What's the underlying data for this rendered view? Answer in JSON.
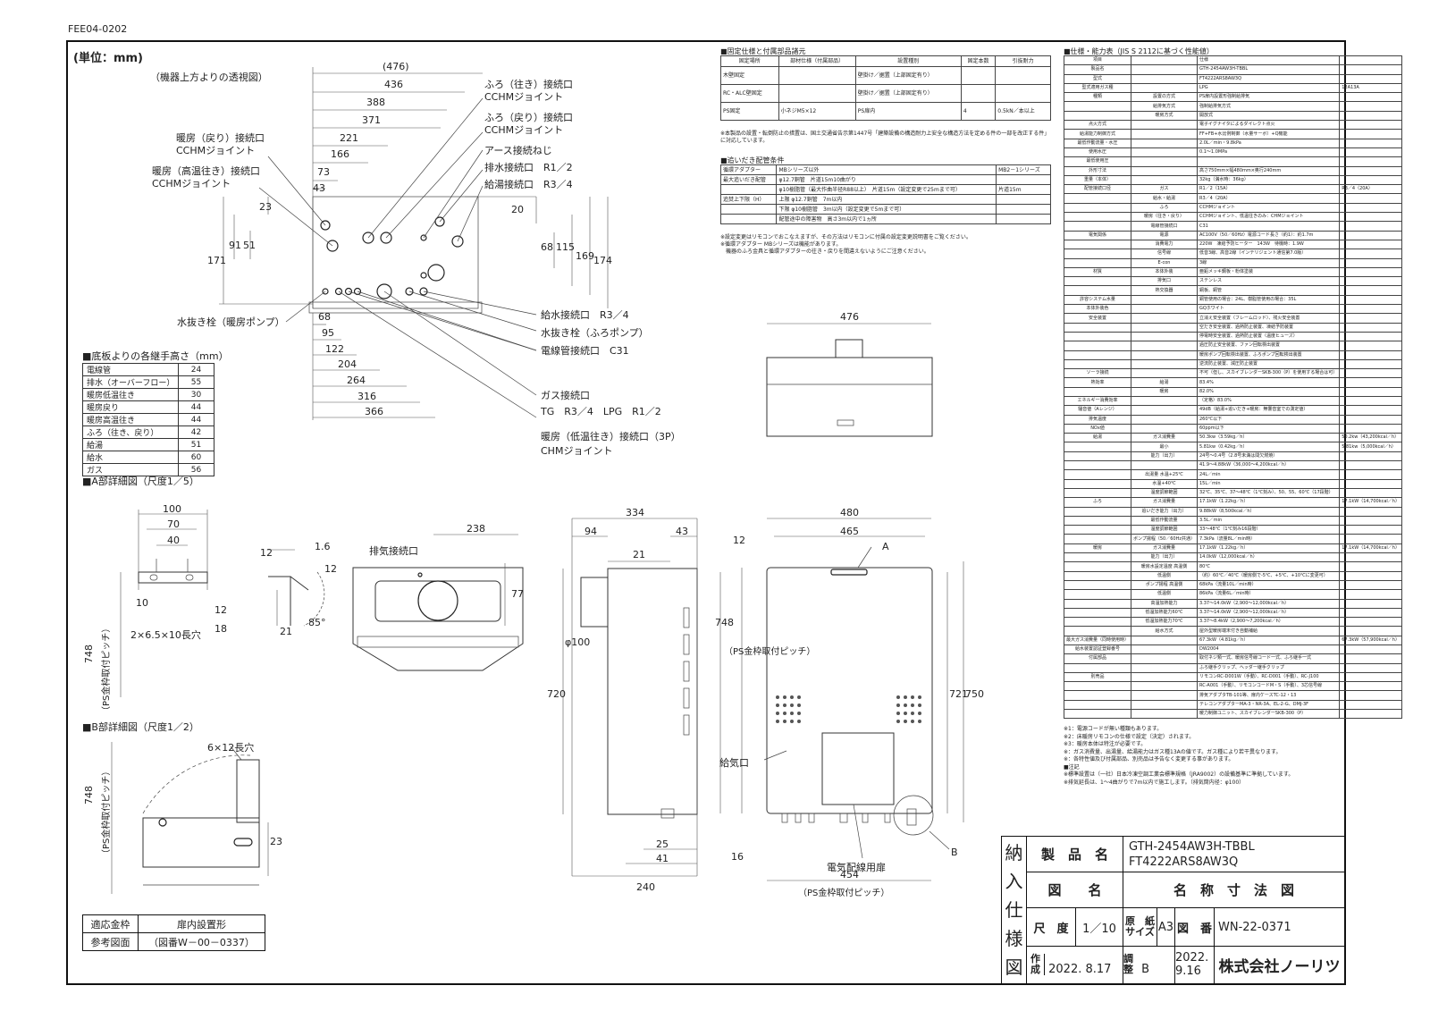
{
  "drawing_code": "FEE04-0202",
  "unit_label": "(単位：mm)",
  "top_view": {
    "title": "（機器上方よりの透視図）",
    "dims_h": [
      "(476)",
      "436",
      "388",
      "371",
      "221",
      "166",
      "73",
      "43"
    ],
    "dims_v_left": [
      "171",
      "91",
      "51",
      "23"
    ],
    "dims_v_right": [
      "20",
      "68",
      "115",
      "169",
      "174"
    ],
    "dims_bottom": [
      "68",
      "95",
      "122",
      "204",
      "264",
      "316",
      "366"
    ],
    "labels_left": [
      {
        "l1": "暖房（戻り）接続口",
        "l2": "CCHMジョイント"
      },
      {
        "l1": "暖房（高温往き）接続口",
        "l2": "CCHMジョイント"
      }
    ],
    "labels_right": [
      {
        "l1": "ふろ（往き）接続口",
        "l2": "CCHMジョイント"
      },
      {
        "l1": "ふろ（戻り）接続口",
        "l2": "CCHMジョイント"
      },
      {
        "l1": "アース接続ねじ",
        "l2": ""
      },
      {
        "l1": "排水接続口　R1／2",
        "l2": ""
      },
      {
        "l1": "給湯接続口　R3／4",
        "l2": ""
      }
    ],
    "label_drain": "水抜き栓（暖房ポンプ）",
    "labels_lower": [
      "給水接続口　R3／4",
      "水抜き栓（ふろポンプ）",
      "電線管接続口　C31",
      "ガス接続口",
      "TG　R3／4　LPG　R1／2",
      "暖房（低温往き）接続口（3P）",
      "CHMジョイント"
    ]
  },
  "heights_table": {
    "title": "■底板よりの各継手高さ（mm）",
    "rows": [
      [
        "電線管",
        "24"
      ],
      [
        "排水（オーバーフロー）",
        "55"
      ],
      [
        "暖房低温往き",
        "30"
      ],
      [
        "暖房戻り",
        "44"
      ],
      [
        "暖房高温往き",
        "44"
      ],
      [
        "ふろ（往き、戻り）",
        "42"
      ],
      [
        "給湯",
        "51"
      ],
      [
        "給水",
        "60"
      ],
      [
        "ガス",
        "56"
      ]
    ]
  },
  "detail_a": {
    "title": "■A部詳細図（尺度1／5）",
    "dims": [
      "100",
      "70",
      "40",
      "10",
      "12",
      "1.6",
      "12",
      "12",
      "18",
      "21",
      "85°"
    ],
    "slot": "2×6.5×10長穴",
    "pitch_value": "748",
    "pitch_label": "（PS金枠取付ピッチ）"
  },
  "detail_b": {
    "title": "■B部詳細図（尺度1／2）",
    "slot": "6×12長穴",
    "pitch_value": "748",
    "pitch_label": "（PS金枠取付ピッチ）",
    "dim": "23"
  },
  "reference": {
    "r1c1": "適応金枠",
    "r1c2": "扉内設置形",
    "r2c1": "参考図面",
    "r2c2": "（図番W－00－0337）"
  },
  "front_top": {
    "width": "476"
  },
  "exhaust_view": {
    "label": "排気接続口",
    "dim_w": "238",
    "dim_h": "77"
  },
  "side_view": {
    "dims": [
      "334",
      "94",
      "43",
      "21",
      "720",
      "25",
      "41",
      "240"
    ],
    "dia": "φ100",
    "intake": "給気口",
    "pitch_value": "748",
    "pitch_label": "（PS金枠取付ピッチ）"
  },
  "front_view": {
    "dims": [
      "480",
      "465",
      "12",
      "721",
      "750",
      "16",
      "454"
    ],
    "pitch_label": "（PS金枠取付ピッチ）",
    "label_a": "A",
    "label_b": "B",
    "panel": "電気配線用扉"
  },
  "fixing_table": {
    "title": "■固定仕様と付属部品諸元",
    "header": [
      "固定場所",
      "部材仕様（付属部品）",
      "設置種別",
      "固定本数",
      "引抜耐力"
    ],
    "rows": [
      [
        "木壁固定",
        "",
        "壁掛け／据置（上部固定有り）",
        "",
        ""
      ],
      [
        "RC・ALC壁固定",
        "",
        "壁掛け／据置（上部固定有り）",
        "",
        ""
      ],
      [
        "PS固定",
        "小ネジM5×12",
        "PS扉内",
        "4",
        "0.5kN／本以上"
      ]
    ],
    "note": "※本製品の設置・転倒防止の措置は、国土交通省告示第1447号「建築設備の構造耐力上安全な構造方法を定める件の一部を改正する件」に対応しています。"
  },
  "oidaki_table": {
    "title": "■追いだき配管条件",
    "rows": [
      [
        "循環アダプター",
        "MBシリーズ以外",
        "MB2－1シリーズ"
      ],
      [
        "最大追いだき配管",
        "φ12.7銅管　片道15m10曲がり",
        ""
      ],
      [
        "",
        "φ10樹脂管（最大作曲半径R88以上）　片道15m（設定変更で25mまで可）",
        "片道15m"
      ],
      [
        "追焚上下限（H）",
        "上限 φ12.7銅管　7m以内",
        ""
      ],
      [
        "",
        "下限 φ10樹脂管　3m以内（設定変更で5mまで可）",
        ""
      ],
      [
        "",
        "配管途中の障害物　高さ3m以内で1ヵ所",
        ""
      ]
    ],
    "notes": [
      "※設定変更はリモコンでおこなえますが、その方法はリモコンに付属の設定変更説明書をご覧ください。",
      "※循環アダプター MBシリーズは機能があります。",
      "　機器のふろ金具と循環アダプターの往き・戻りを間違えないようにご注意ください。"
    ]
  },
  "spec_table": {
    "title": "■仕様・能力表（JIS S 2112に基づく性能値）",
    "rows": [
      [
        "項目",
        "",
        "仕様",
        ""
      ],
      [
        "製品名",
        "",
        "GTH-2454AW3H-TBBL",
        ""
      ],
      [
        "型式",
        "",
        "FT4222ARS8AW3Q",
        ""
      ],
      [
        "型式適用ガス種",
        "",
        "LPG",
        "12A13A"
      ],
      [
        "種類",
        "設置の方式",
        "PS扉内設置形強制給排気",
        ""
      ],
      [
        "",
        "給排気方式",
        "強制給排気方式",
        ""
      ],
      [
        "",
        "暖房方式",
        "開放式",
        ""
      ],
      [
        "点火方式",
        "",
        "電子イグナイタによるダイレクト点火",
        ""
      ],
      [
        "給湯能力制御方式",
        "",
        "FF+FB+水比例制御（水量サーボ）+Q機能",
        ""
      ],
      [
        "最低作動流量・水圧",
        "",
        "2.0L／min・9.8kPa",
        ""
      ],
      [
        "使用水圧",
        "",
        "0.1～1.0MPa",
        ""
      ],
      [
        "最低使用圧",
        "",
        "",
        ""
      ],
      [
        "外形寸法",
        "",
        "高さ750mm×幅480mm×奥行240mm",
        ""
      ],
      [
        "重量（本体）",
        "",
        "32kg（満水時：36kg）",
        ""
      ],
      [
        "配管接続口径",
        "ガス",
        "R1／2（15A）",
        "R3／4（20A）"
      ],
      [
        "",
        "給水・給湯",
        "R3／4（20A）",
        ""
      ],
      [
        "",
        "ふろ",
        "CCHMジョイント",
        ""
      ],
      [
        "",
        "暖房（往き・戻り）",
        "CCHMジョイント、低温往きのみ：CHMジョイント",
        ""
      ],
      [
        "",
        "電線管接続口",
        "C31",
        ""
      ],
      [
        "電気関係",
        "電源",
        "AC100V（50／60Hz）電源コード長さ（約1）：約1.7m",
        ""
      ],
      [
        "",
        "消費電力",
        "220W　凍結予防ヒーター　143W　待機時：1.9W",
        ""
      ],
      [
        "",
        "信号線",
        "低音3線、高音2線（インテリジェント通信第7.0版）",
        ""
      ],
      [
        "",
        "E-con",
        "3線",
        ""
      ],
      [
        "材質",
        "本体外装",
        "亜鉛メッキ鋼板・粉体塗装",
        ""
      ],
      [
        "",
        "排気口",
        "ステンレス",
        ""
      ],
      [
        "",
        "熱交換器",
        "銅板、銅管",
        ""
      ],
      [
        "許容システム水量",
        "",
        "銅管使用の場合：24L、樹脂管使用の場合：35L",
        ""
      ],
      [
        "本体外装色",
        "",
        "GQホワイト",
        ""
      ],
      [
        "安全装置",
        "",
        "立消え安全装置（フレームロッド）、残火安全装置",
        ""
      ],
      [
        "",
        "",
        "空だき安全装置、過熱防止装置、凍結予防装置",
        ""
      ],
      [
        "",
        "",
        "停電時安全装置、過熱防止装置（温度ヒューズ）",
        ""
      ],
      [
        "",
        "",
        "過圧防止安全装置、ファン回転検出装置",
        ""
      ],
      [
        "",
        "",
        "暖房ポンプ回転検出装置、ふろポンプ回転検出装置",
        ""
      ],
      [
        "",
        "",
        "逆流防止装置、減圧防止装置",
        ""
      ],
      [
        "ソーラ接続",
        "",
        "不可（但し、スカイブレンダーSKB-300（P）を使用する場合は可）",
        ""
      ],
      [
        "熱効率",
        "給湯",
        "83.4%",
        ""
      ],
      [
        "",
        "暖房",
        "82.0%",
        ""
      ],
      [
        "エネルギー消費効率",
        "",
        "（定格）83.0%",
        ""
      ],
      [
        "騒音値（Aレンジ）",
        "",
        "49dB（給湯+追いだき+暖房：無響音室での測定値）",
        ""
      ],
      [
        "排気温度",
        "",
        "260℃以下",
        ""
      ],
      [
        "NOx値",
        "",
        "60ppm以下",
        ""
      ],
      [
        "給湯",
        "ガス消費量",
        "50.3kw（3.59kg／h）",
        "50.2kw（43,200kcal／h）"
      ],
      [
        "",
        "最小",
        "5.81kw（0.42kg／h）",
        "5.81kw（5,000kcal／h）"
      ],
      [
        "",
        "能力（出力）",
        "24号～0.4号（2.8号未満は間欠燃焼）",
        ""
      ],
      [
        "",
        "",
        "41.9～4.88kW（36,000～4,200kcal／h）",
        ""
      ],
      [
        "",
        "出湯量 水温+25℃",
        "24L／min",
        ""
      ],
      [
        "",
        "水温+40℃",
        "15L／min",
        ""
      ],
      [
        "",
        "温度調節範囲",
        "32℃、35℃、37～48℃（1℃刻み）、50、55、60℃（17段階）",
        ""
      ],
      [
        "ふろ",
        "ガス消費量",
        "17.1kW（1.22kg／h）",
        "17.1kW（14,700kcal／h）"
      ],
      [
        "",
        "追いだき能力（出力）",
        "9.88kW（8,500kcal／h）",
        ""
      ],
      [
        "",
        "最低作動流量",
        "3.5L／min",
        ""
      ],
      [
        "",
        "温度調節範囲",
        "33～48℃（1℃刻み16段階）",
        ""
      ],
      [
        "",
        "ポンプ揚程（50／60Hz共通）",
        "7.3kPa（流量8L／min時）",
        ""
      ],
      [
        "暖房",
        "ガス消費量",
        "17.1kW（1.22kg／h）",
        "17.1kW（14,700kcal／h）"
      ],
      [
        "",
        "能力（出力）",
        "14.0kW（12,000kcal／h）",
        ""
      ],
      [
        "",
        "暖房水設定温度 高温側",
        "80℃",
        ""
      ],
      [
        "",
        "低温側",
        "（約）60℃／40℃（暖房側で-5℃、+5℃、+10℃に変更可）",
        ""
      ],
      [
        "",
        "ポンプ揚程 高温側",
        "68kPa（流量10L／min時）",
        ""
      ],
      [
        "",
        "低温側",
        "86kPa（流量6L／min時）",
        ""
      ],
      [
        "",
        "高温加熱能力",
        "3.37～14.0kW（2,900～12,000kcal／h）",
        ""
      ],
      [
        "",
        "低温加熱能力60℃",
        "3.37～14.0kW（2,900～12,000kcal／h）",
        ""
      ],
      [
        "",
        "低温加熱能力70℃",
        "3.37～8.4kW（2,900～7,200kcal／h）",
        ""
      ],
      [
        "",
        "給水方式",
        "屋外型暖房端末付き自動補給",
        ""
      ],
      [
        "最大ガス消費量（同時使用時）",
        "",
        "67.3kW（4.81kg／h）",
        "67.3kW（57,900kcal／h）"
      ],
      [
        "給水装置認証登録番号",
        "",
        "DW2004",
        ""
      ],
      [
        "付属部品",
        "",
        "取付ネジ類一式、暖房信号線コード一式、ふろ継手一式",
        ""
      ],
      [
        "",
        "",
        "ふろ継手クリップ、ヘッダー継手クリップ",
        ""
      ],
      [
        "別売品",
        "",
        "リモコンRC-D001W（手動）、RC-D001（手動）、RC-J100",
        ""
      ],
      [
        "",
        "",
        "RC-A001（手動）、リモコンコードM・S（手動）、3芯信号線",
        ""
      ],
      [
        "",
        "",
        "排気アダプタTB-101等、扉内ケースTC-12・13",
        ""
      ],
      [
        "",
        "",
        "テレコンアダプターMA-3・NR-3A、EL-2-G、DMJ-3F",
        ""
      ],
      [
        "",
        "",
        "暖力制御ユニット、スカイブレンダーSKB-300（P）",
        ""
      ]
    ],
    "notes": [
      "※1：電源コードが無い種類もあります。",
      "※2：床暖房リモコンの仕様で設定（決定）されます。",
      "※3：暖房本体は特注が必要です。",
      "※：ガス消費量、出湯量、給湯能力はガス種13Aの値です。ガス種により若干異なります。",
      "※：各特性値及び付属部品、別売品は予告なく変更する事があります。",
      "■注記",
      "※標準設置は（一社）日本冷凍空調工業会標準規格（JRA9002）の設備基準に準拠しています。",
      "※排気延長は、1～4曲がりで7m以内で施工します。（排気筒内径：φ100）"
    ]
  },
  "title_block": {
    "side_label": [
      "納",
      "入",
      "仕",
      "様",
      "図"
    ],
    "product_label": "製　品　名",
    "product_1": "GTH-2454AW3H-TBBL",
    "product_2": "FT4222ARS8AW3Q",
    "drawing_name_label": "図　　名",
    "drawing_name": "名　称　寸　法　図",
    "scale_label": "尺　度",
    "scale": "1／10",
    "paper_label": "原　紙 サイズ",
    "paper": "A3",
    "drawing_no_label": "図　番",
    "drawing_no": "WN-22-0371",
    "made_label": "作 成",
    "made_date": "2022. 8.17",
    "revised_label": "調 整",
    "revised_mark": "B",
    "revised_date": "2022. 9.16",
    "company": "株式会社ノーリツ"
  }
}
